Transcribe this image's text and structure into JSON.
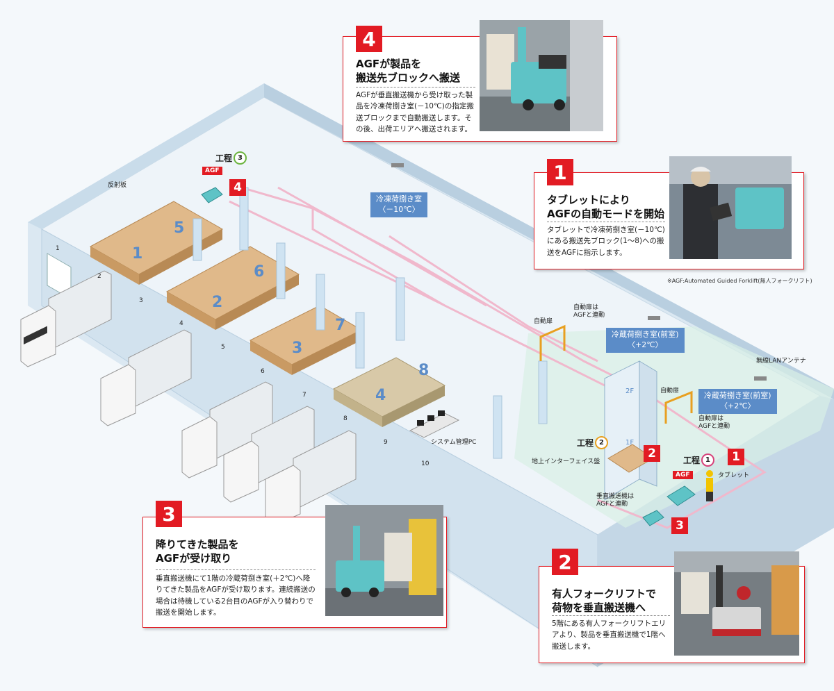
{
  "labels": {
    "reflector": "反射板",
    "freezer_room": "冷凍荷捌き室\n〈－10℃〉",
    "chill_room_1": "冷蔵荷捌き室(前室)\n〈+2℃〉",
    "chill_room_2": "冷蔵荷捌き室(前室)\n〈+2℃〉",
    "auto_door_1": "自動扉",
    "auto_door_1_sync": "自動扉は\nAGFと連動",
    "auto_door_2": "自動扉",
    "auto_door_2_sync": "自動扉は\nAGFと連動",
    "wlan": "無線LANアンテナ",
    "system_pc": "システム管理PC",
    "ground_if": "地上インターフェイス盤",
    "vertical_sync": "垂直搬送機は\nAGFと連動",
    "tablet": "タブレット",
    "floor_2f": "2F",
    "floor_1f": "1F"
  },
  "process_tags": {
    "p3": {
      "word": "工程",
      "num": "3"
    },
    "p2": {
      "word": "工程",
      "num": "2"
    },
    "p1": {
      "word": "工程",
      "num": "1"
    }
  },
  "agf_tag": "AGF",
  "red_markers": [
    "4",
    "2",
    "1",
    "3"
  ],
  "docks": [
    "1",
    "2",
    "3",
    "4",
    "5",
    "6",
    "7",
    "8",
    "9",
    "10"
  ],
  "blocks": [
    "5",
    "1",
    "6",
    "2",
    "7",
    "3",
    "8",
    "4"
  ],
  "cards": {
    "c4": {
      "num": "4",
      "title_1": "AGFが製品を",
      "title_2": "搬送先ブロックへ搬送",
      "body": "AGFが垂直搬送機から受け取った製品を冷凍荷捌き室(－10℃)の指定搬送ブロックまで自動搬送します。その後、出荷エリアへ搬送されます。"
    },
    "c1": {
      "num": "1",
      "title_1": "タブレットにより",
      "title_2": "AGFの自動モードを開始",
      "body": "タブレットで冷凍荷捌き室(－10℃)にある搬送先ブロック(1～8)への搬送をAGFに指示します。"
    },
    "c3": {
      "num": "3",
      "title_1": "降りてきた製品を",
      "title_2": "AGFが受け取り",
      "body": "垂直搬送機にて1階の冷蔵荷捌き室(＋2℃)へ降りてきた製品をAGFが受け取ります。連続搬送の場合は待機している2台目のAGFが入り替わりで搬送を開始します。"
    },
    "c2": {
      "num": "2",
      "title_1": "有人フォークリフトで",
      "title_2": "荷物を垂直搬送機へ",
      "body": "5階にある有人フォークリフトエリアより、製品を垂直搬送機で1階へ搬送します。"
    }
  },
  "footnote": "※AGF:Automated Guided Forklift(無人フォークリフト)",
  "colors": {
    "accent_red": "#e21b23",
    "room_blue": "#5b8cc8",
    "agf_teal": "#5ec3c6",
    "path_pink": "#f0b8cc",
    "step1": "#d7427a",
    "step2": "#e8a020",
    "step3": "#6cb43f"
  }
}
